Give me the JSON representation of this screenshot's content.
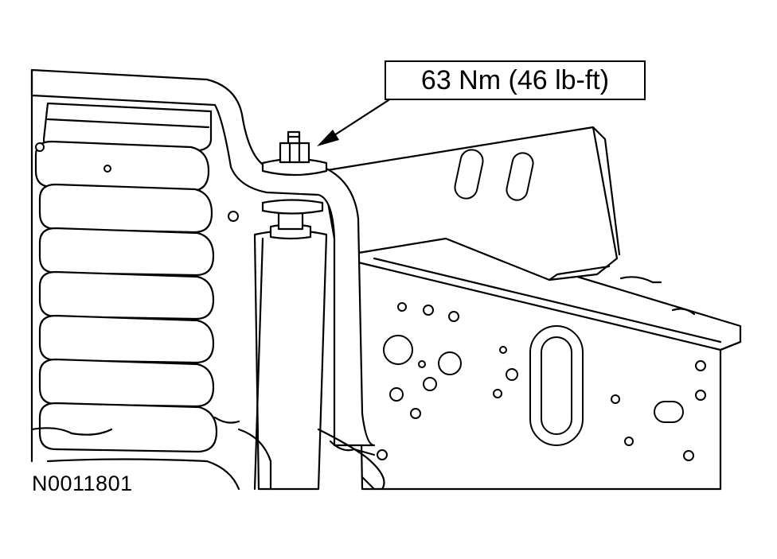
{
  "figure": {
    "torque_callout": "63 Nm (46 lb-ft)",
    "figure_id": "N0011801"
  },
  "parts": {
    "coil_spring": "coil-spring",
    "shock_absorber": "shock-absorber",
    "upper_mount_nut": "upper-mount-nut",
    "shock_tower_bracket": "shock-tower-bracket",
    "frame_rail": "frame-rail"
  },
  "colors": {
    "line": "#000000",
    "background": "#ffffff"
  }
}
